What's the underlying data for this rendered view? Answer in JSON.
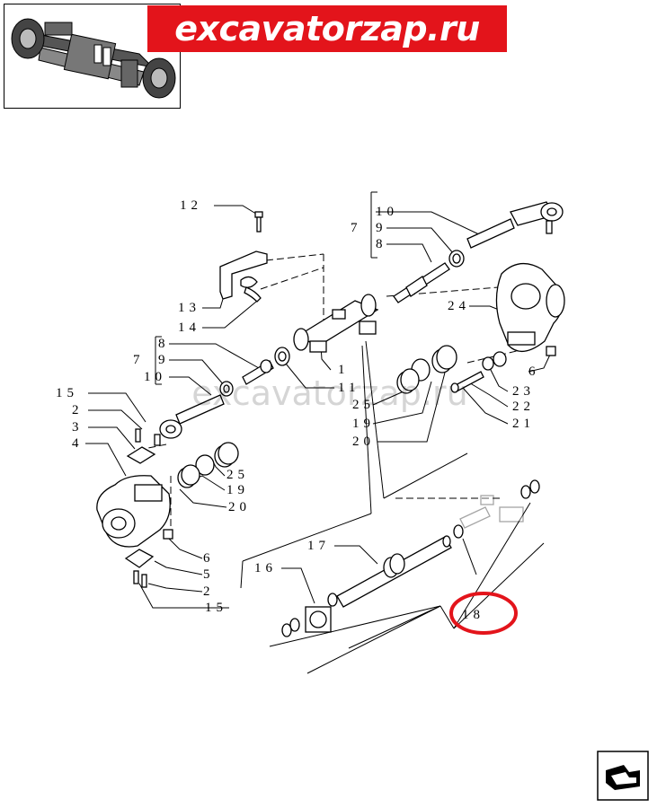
{
  "brand": {
    "text": "excavatorzap.ru",
    "background": "#e3141b",
    "color": "#ffffff"
  },
  "watermark": {
    "text": "excavatorzap.ru"
  },
  "highlight_color": "#e3141b",
  "thumbnail": {
    "icon": "axle-assembly-thumbnail"
  },
  "nav": {
    "icon": "next-page-arrow-icon"
  },
  "callouts": {
    "c12": "12",
    "c10a": "10",
    "c7a": "7",
    "c9a": "9",
    "c8a": "8",
    "c24": "24",
    "c13": "13",
    "c14": "14",
    "c8b": "8",
    "c7b": "7",
    "c9b": "9",
    "c10b": "10",
    "c1": "1",
    "c11": "11",
    "c6a": "6",
    "c23": "23",
    "c22": "22",
    "c21": "21",
    "c25a": "25",
    "c19a": "19",
    "c20a": "20",
    "c15a": "15",
    "c2a": "2",
    "c3": "3",
    "c4": "4",
    "c25b": "25",
    "c19b": "19",
    "c20b": "20",
    "c6b": "6",
    "c5": "5",
    "c2b": "2",
    "c15b": "15",
    "c17": "17",
    "c16": "16",
    "c18": "18"
  }
}
